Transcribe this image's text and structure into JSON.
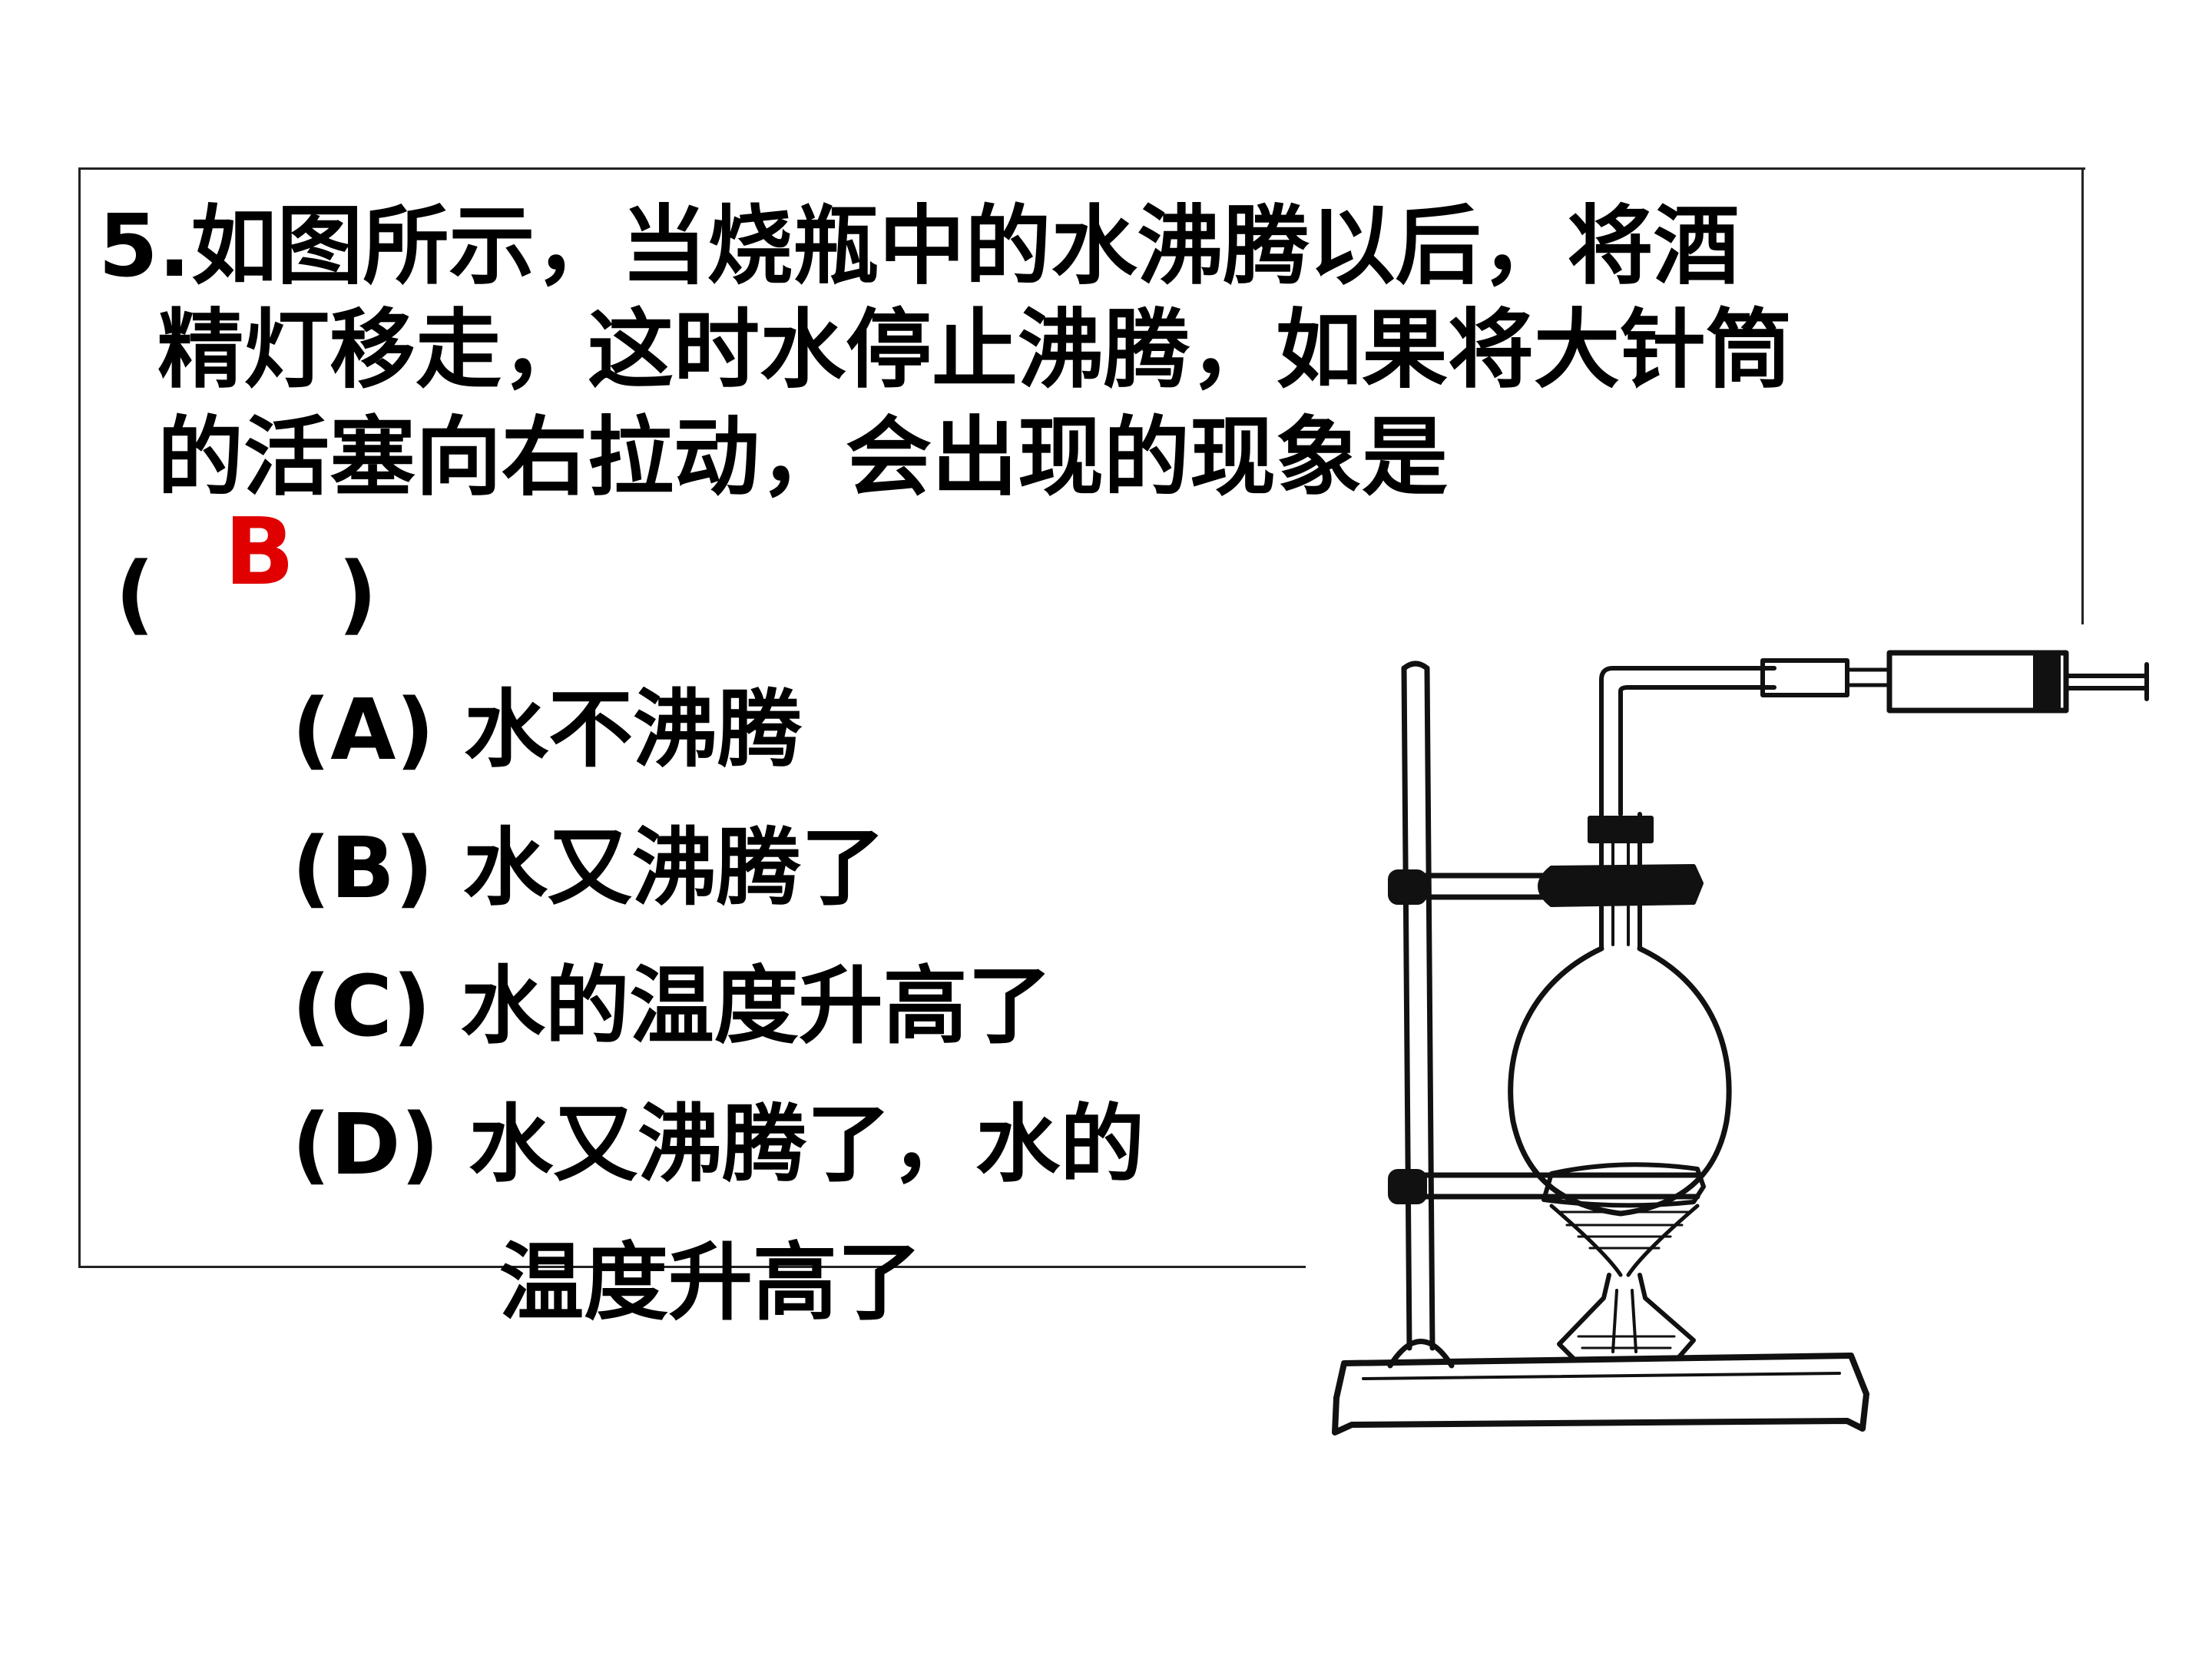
{
  "question": {
    "line1": "5.如图所示，当烧瓶中的水沸腾以后，将酒",
    "line2": "精灯移走，这时水停止沸腾，如果将大针筒",
    "line3": "的活塞向右拉动，会出现的现象是",
    "paren_open": "(",
    "paren_close": ")",
    "answer": "B"
  },
  "options": [
    {
      "label": "(A)",
      "text": "水不沸腾"
    },
    {
      "label": "(B)",
      "text": "水又沸腾了"
    },
    {
      "label": "(C)",
      "text": "水的温度升高了"
    },
    {
      "label": "(D)",
      "text": "水又沸腾了，水的"
    },
    {
      "label": "",
      "text": "温度升高了"
    }
  ],
  "colors": {
    "answer": "#e00000",
    "text": "#000000",
    "line": "#222222"
  }
}
